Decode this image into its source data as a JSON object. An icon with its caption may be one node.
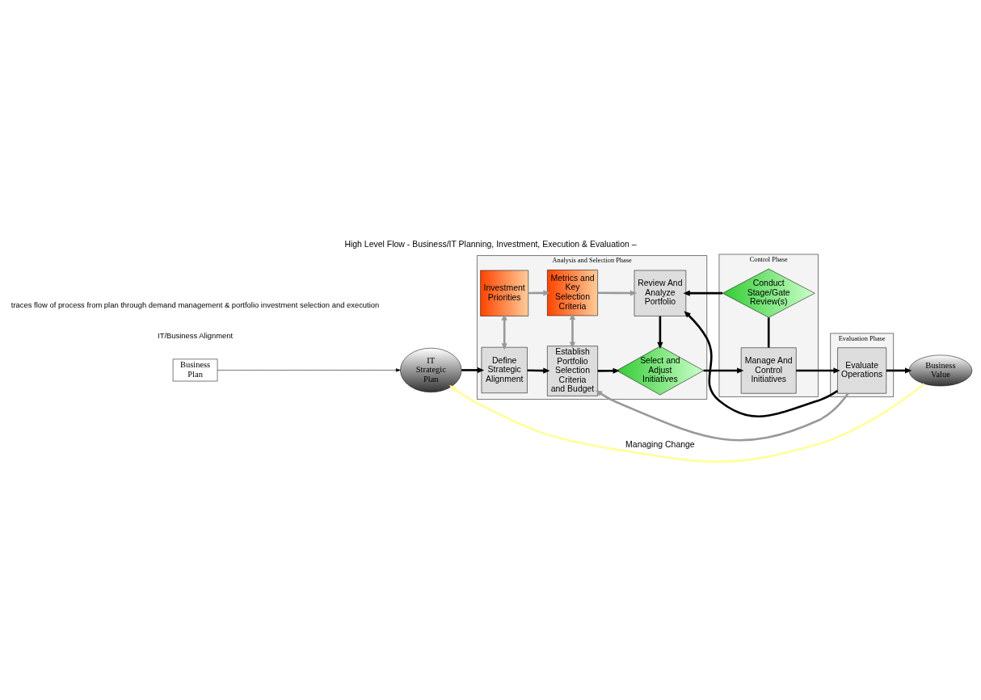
{
  "diagram": {
    "title": "High Level Flow - Business/IT Planning, Investment, Execution & Evaluation –",
    "nodes": [
      {
        "text": [
          "Business Plan"
        ]
      },
      {
        "text": [
          "IT Strategic Plan"
        ]
      },
      {
        "text": [
          "Analysis and Selection Phase"
        ]
      },
      {
        "text": [
          "Define Strategic Alignment"
        ],
        "in": 2
      },
      {
        "text": [
          "Establish Portfolio Selection Criteria and Budget"
        ],
        "in": 2
      },
      {
        "text": [
          "Select and Adjust Initiatives"
        ],
        "in": 2
      },
      {
        "text": [
          "Investment Priorities"
        ],
        "in": 2
      },
      {
        "text": [
          "Metrics and Key Selection Criteria"
        ],
        "in": 2
      },
      {
        "text": [
          "Review And Analyze Portfolio"
        ],
        "in": 2
      },
      {
        "text": [
          "Control Phase"
        ]
      },
      {
        "text": [
          "Manage And Control Initiatives"
        ],
        "in": 9
      },
      {
        "text": [
          "Conduct Stage/Gate Review(s)"
        ],
        "in": 9
      },
      {
        "text": [
          "Evaluation Phase"
        ]
      },
      {
        "text": [
          "Evaluate Operations"
        ],
        "in": 12
      },
      {
        "text": [
          "Business Value"
        ]
      }
    ],
    "edges": [
      {
        "from": 0,
        "to": 1,
        "arrow": "to"
      },
      {
        "from": 1,
        "to": 3,
        "arrow": "to"
      },
      {
        "from": 3,
        "to": 4,
        "arrow": "to"
      },
      {
        "from": 4,
        "to": 5,
        "arrow": "to"
      },
      {
        "from": 5,
        "to": 10,
        "arrow": "to"
      },
      {
        "from": 10,
        "to": 13,
        "arrow": "to"
      },
      {
        "from": 13,
        "to": 14,
        "arrow": "to"
      },
      {
        "from": 13,
        "to": 4,
        "arrow": "to",
        "color": "#999999"
      },
      {
        "from": 3,
        "to": 6,
        "arrow": "both",
        "color": "#999999"
      },
      {
        "from": 4,
        "to": 7,
        "arrow": "both",
        "color": "#999999"
      },
      {
        "from": 6,
        "to": 7,
        "arrow": "to",
        "color": "#999999"
      },
      {
        "from": 7,
        "to": 8,
        "arrow": "to",
        "color": "#999999"
      },
      {
        "from": 8,
        "to": 5,
        "arrow": "to"
      },
      {
        "from": 10,
        "to": 11,
        "arrow": "none"
      },
      {
        "from": 11,
        "to": 8,
        "arrow": "to"
      },
      {
        "from": 13,
        "to": 8,
        "arrow": "to"
      },
      {
        "from": 14,
        "to": 1,
        "arrow": "to",
        "label": "Managing Change",
        "color": "#ffff99"
      }
    ],
    "labels": [
      "IT/Business Alignment",
      "traces flow of process from plan through demand management & portfolio investment selection and execution"
    ]
  }
}
